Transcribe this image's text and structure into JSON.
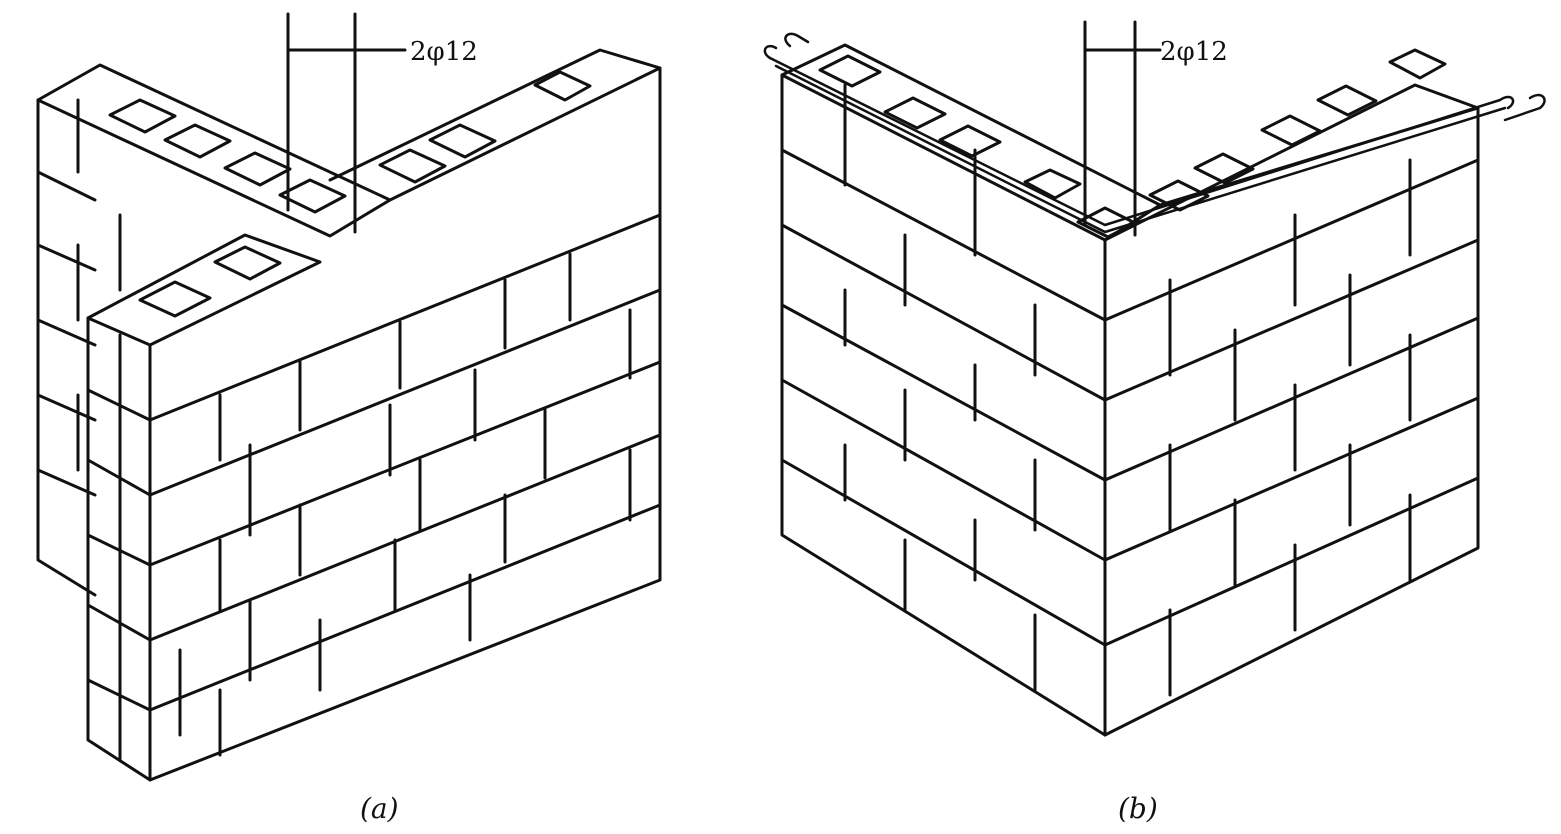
{
  "figure": {
    "panel_a": {
      "rebar_label": "2φ12",
      "caption": "(a)"
    },
    "panel_b": {
      "rebar_label": "2φ12",
      "caption": "(b)"
    }
  },
  "colors": {
    "ink": "#111111",
    "paper": "#ffffff"
  }
}
